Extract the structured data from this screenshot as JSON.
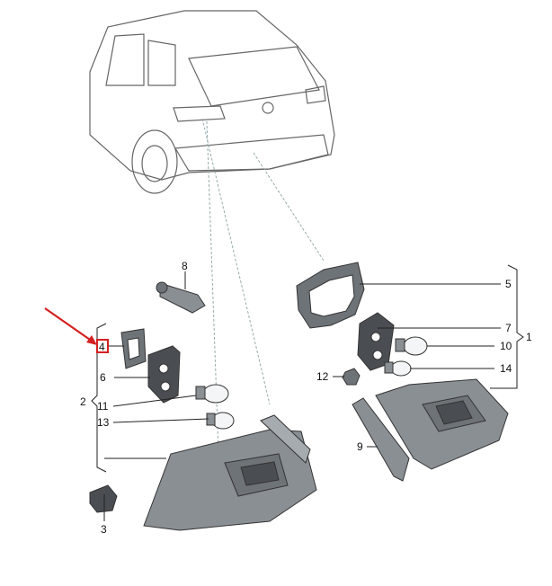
{
  "callouts": {
    "c1": "1",
    "c2": "2",
    "c3": "3",
    "c4": "4",
    "c5": "5",
    "c6": "6",
    "c7": "7",
    "c8": "8",
    "c9": "9",
    "c10": "10",
    "c11": "11",
    "c12": "12",
    "c13": "13",
    "c14": "14"
  },
  "colors": {
    "highlight": "#d42020",
    "part_fill": "#8a8f94",
    "part_dark": "#4a4e52",
    "car_fill": "#eef0f1"
  },
  "highlighted_callout": "4"
}
